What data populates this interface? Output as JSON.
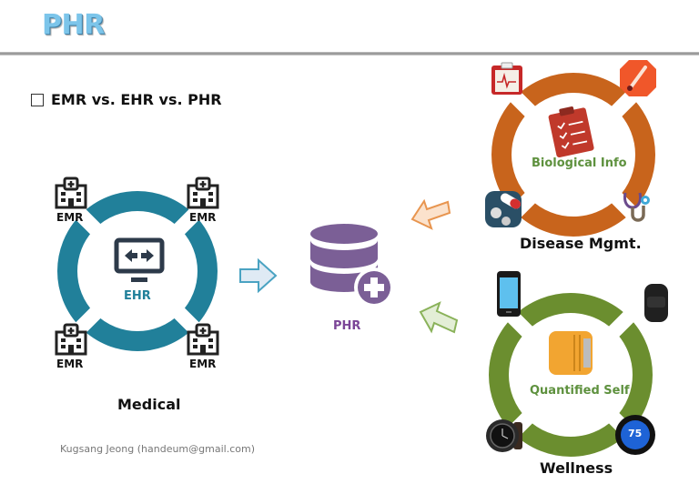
{
  "header": {
    "title": "PHR",
    "title_color": "#7cc5ea"
  },
  "section": {
    "bullet_icon": "empty-square",
    "heading": "EMR vs. EHR vs. PHR"
  },
  "medical": {
    "ring_color": "#21809a",
    "center_icon": "monitor-exchange-icon",
    "center_label": "EHR",
    "node_icon": "hospital-icon",
    "nodes": [
      {
        "label": "EMR",
        "position": "top-left"
      },
      {
        "label": "EMR",
        "position": "top-right"
      },
      {
        "label": "EMR",
        "position": "bottom-left"
      },
      {
        "label": "EMR",
        "position": "bottom-right"
      }
    ],
    "caption": "Medical"
  },
  "phr": {
    "icon": "database-plus-icon",
    "icon_color": "#7b5f96",
    "label": "PHR",
    "label_color": "#7b4597"
  },
  "arrows": {
    "medical_to_phr_color": "#4aa3c2",
    "disease_to_phr_color": "#e8954f",
    "wellness_to_phr_color": "#8ab25a"
  },
  "disease": {
    "ring_color": "#c8641c",
    "center_icon": "clipboard-checklist-icon",
    "center_label": "Biological Info",
    "center_label_color": "#5e913e",
    "nodes": [
      {
        "icon": "ecg-chart-icon",
        "position": "top-left"
      },
      {
        "icon": "thermometer-icon",
        "position": "top-right"
      },
      {
        "icon": "pills-icon",
        "position": "bottom-left"
      },
      {
        "icon": "stethoscope-icon",
        "position": "bottom-right"
      }
    ],
    "caption": "Disease Mgmt."
  },
  "wellness": {
    "ring_color": "#6b8e2f",
    "center_icon": "folder-files-icon",
    "center_label": "Quantified Self",
    "center_label_color": "#5e913e",
    "nodes": [
      {
        "icon": "smartphone-icon",
        "position": "top-left"
      },
      {
        "icon": "fitness-band-icon",
        "position": "top-right"
      },
      {
        "icon": "smartwatch-icon",
        "position": "bottom-left"
      },
      {
        "icon": "thermostat-icon",
        "position": "bottom-right",
        "value": "75"
      }
    ],
    "caption": "Wellness"
  },
  "footer": {
    "author": "Kugsang Jeong (handeum@gmail.com)"
  }
}
